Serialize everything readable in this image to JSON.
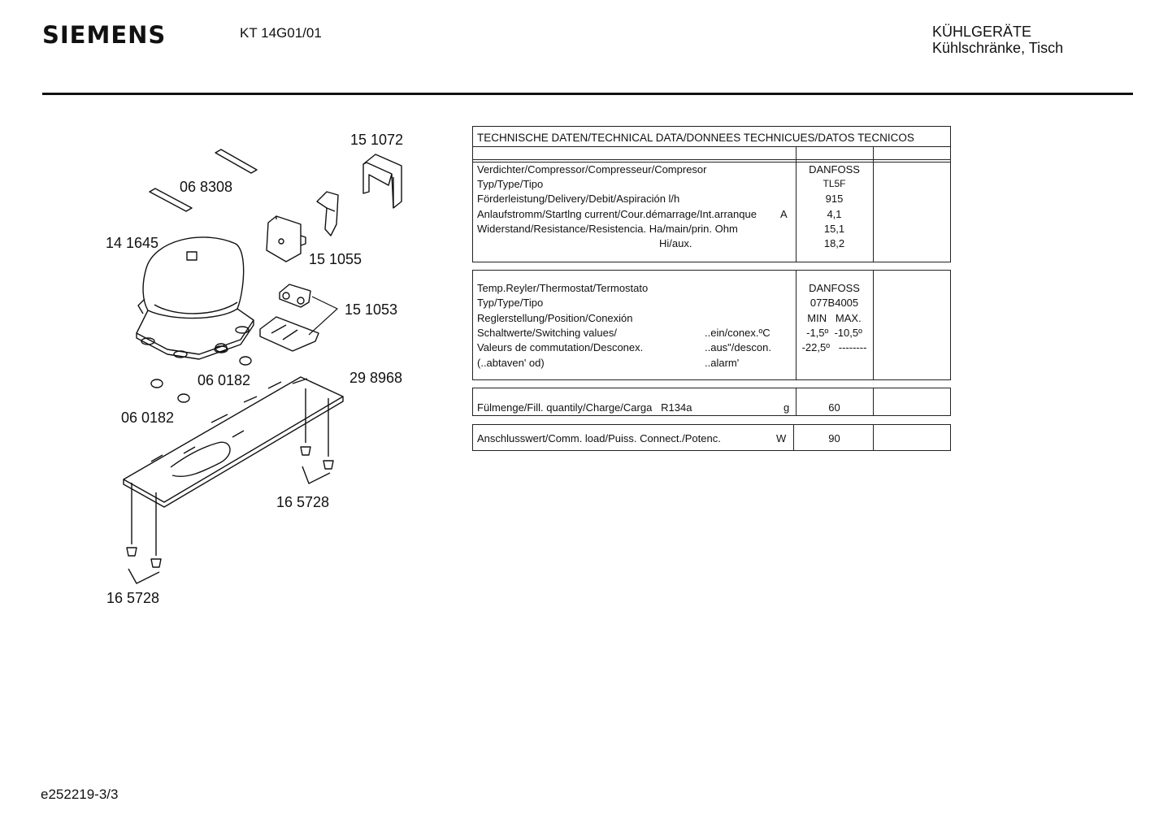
{
  "header": {
    "brand": "SIEMENS",
    "model": "KT 14G01/01",
    "category": "KÜHLGERÄTE",
    "subcategory": "Kühlschränke, Tisch"
  },
  "footer": {
    "doc_id": "e252219-3/3"
  },
  "diagram": {
    "labels": [
      "151072",
      "068308",
      "141645",
      "151055",
      "151053",
      "060182_a",
      "060182_b",
      "298968",
      "165728_a",
      "165728_b"
    ],
    "text": {
      "151072": "15 1072",
      "068308": "06 8308",
      "141645": "14 1645",
      "151055": "15 1055",
      "151053": "15 1053",
      "060182_a": "06 0182",
      "060182_b": "06 0182",
      "298968": "29 8968",
      "165728_a": "16 5728",
      "165728_b": "16 5728"
    }
  },
  "tech": {
    "title": "TECHNISCHE DATEN/TECHNICAL DATA/DONNEES TECHNICUES/DATOS TECNICOS",
    "compressor": [
      {
        "label": "Verdichter/Compressor/Compresseur/Compresor",
        "value": "DANFOSS"
      },
      {
        "label": "Typ/Type/Tipo",
        "value": "TL5F"
      },
      {
        "label": "Förderleistung/Delivery/Debit/Aspiración l/h",
        "value": "915"
      },
      {
        "label": "Anlaufstromm/Startlng current/Cour.démarrage/Int.arranque",
        "unit": "A",
        "value": "4,1"
      },
      {
        "label": "Widerstand/Resistance/Resistencia. Ha/main/prin. Ohm",
        "value": "15,1"
      },
      {
        "label": "Hi/aux.",
        "value": "18,2"
      }
    ],
    "thermostat": [
      {
        "label": "Temp.Reyler/Thermostat/Termostato",
        "mid": "",
        "value": "DANFOSS"
      },
      {
        "label": "Typ/Type/Tipo",
        "mid": "",
        "value": "077B4005"
      },
      {
        "label": "Reglerstellung/Position/Conexión",
        "mid": "",
        "value": "MIN   MAX."
      },
      {
        "label": "Schaltwerte/Switching values/",
        "mid": "..ein/conex.ºC",
        "value": "-1,5º  -10,5º"
      },
      {
        "label": "Valeurs de commutation/Desconex.",
        "mid": "..aus\"/descon.",
        "value": "-22,5º   --------"
      },
      {
        "label": "(..abtaven' od)",
        "mid": "..alarm'",
        "value": ""
      }
    ],
    "charge": {
      "label": "Fülmenge/Fill. quantily/Charge/Carga   R134a",
      "unit": "g",
      "value": "60"
    },
    "load": {
      "label": "Anschlusswert/Comm. load/Puiss. Connect./Potenc.",
      "unit": "W",
      "value": "90"
    }
  }
}
